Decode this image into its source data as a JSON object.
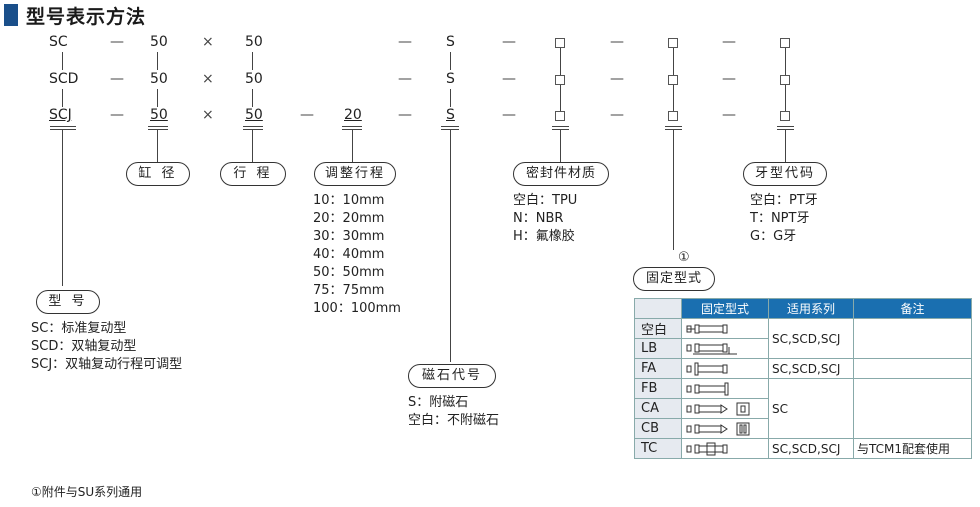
{
  "title": "型号表示方法",
  "rows": [
    {
      "model": "SC",
      "bore": "50",
      "times": "×",
      "stroke": "50",
      "adj": "",
      "mag": "S"
    },
    {
      "model": "SCD",
      "bore": "50",
      "times": "×",
      "stroke": "50",
      "adj": "",
      "mag": "S"
    },
    {
      "model": "SCJ",
      "bore": "50",
      "times": "×",
      "stroke": "50",
      "adj": "20",
      "mag": "S"
    }
  ],
  "dash": "—",
  "labels": {
    "bore": "缸 径",
    "stroke": "行 程",
    "adjust": "调整行程",
    "seal": "密封件材质",
    "thread": "牙型代码",
    "mount": "固定型式",
    "type": "型 号",
    "magnet": "磁石代号"
  },
  "adjust_list": [
    "10：10mm",
    "20：20mm",
    "30：30mm",
    "40：40mm",
    "50：50mm",
    "75：75mm",
    "100：100mm"
  ],
  "seal_list": [
    "空白：TPU",
    "N：NBR",
    "H：氟橡胶"
  ],
  "thread_list": [
    "空白：PT牙",
    "T：NPT牙",
    "G：G牙"
  ],
  "type_list": [
    "SC：标准复动型",
    "SCD：双轴复动型",
    "SCJ：双轴复动行程可调型"
  ],
  "magnet_list": [
    "S：附磁石",
    "空白：不附磁石"
  ],
  "mount_mark": "①",
  "footnote": "①附件与SU系列通用",
  "table": {
    "headers": [
      "",
      "固定型式",
      "适用系列",
      "备注"
    ],
    "rows": [
      {
        "code": "空白",
        "series": "SC,SCD,SCJ",
        "note": ""
      },
      {
        "code": "LB",
        "series": "",
        "note": ""
      },
      {
        "code": "FA",
        "series": "SC,SCD,SCJ",
        "note": ""
      },
      {
        "code": "FB",
        "series": "",
        "note": ""
      },
      {
        "code": "CA",
        "series": "SC",
        "note": ""
      },
      {
        "code": "CB",
        "series": "",
        "note": ""
      },
      {
        "code": "TC",
        "series": "SC,SCD,SCJ",
        "note": "与TCM1配套使用"
      }
    ],
    "header_color": "#1a6fb0",
    "code_bg": "#e6eaf0"
  }
}
